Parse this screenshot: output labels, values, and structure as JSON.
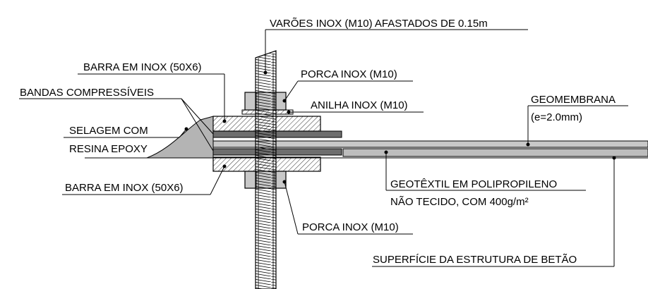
{
  "labels": {
    "rods": "VARÕES INOX (M10) AFASTADOS DE 0.15m",
    "bar_top": "BARRA EM INOX (50X6)",
    "nut_top": "PORCA INOX (M10)",
    "bands": "BANDAS COMPRESSÍVEIS",
    "washer": "ANILHA INOX (M10)",
    "geomembrane": "GEOMEMBRANA",
    "geomembrane_thickness": "(e=2.0mm)",
    "sealing_1": "SELAGEM COM",
    "sealing_2": "RESINA EPOXY",
    "bar_bottom": "BARRA EM INOX (50X6)",
    "geotextile_1": "GEOTÊXTIL EM POLIPROPILENO",
    "geotextile_2": "NÃO TECIDO, COM 400g/m²",
    "nut_bottom": "PORCA INOX (M10)",
    "concrete_surface": "SUPERFÍCIE DA ESTRUTURA DE BETÃO"
  },
  "colors": {
    "line": "#000000",
    "band_fill": "#6e6e6e",
    "epoxy_fill": "#b4b4b4",
    "geomembrane_fill": "#c8c8c8",
    "geotextile_fill": "#bdbdbd",
    "nut_fill": "#c8c8c8"
  }
}
